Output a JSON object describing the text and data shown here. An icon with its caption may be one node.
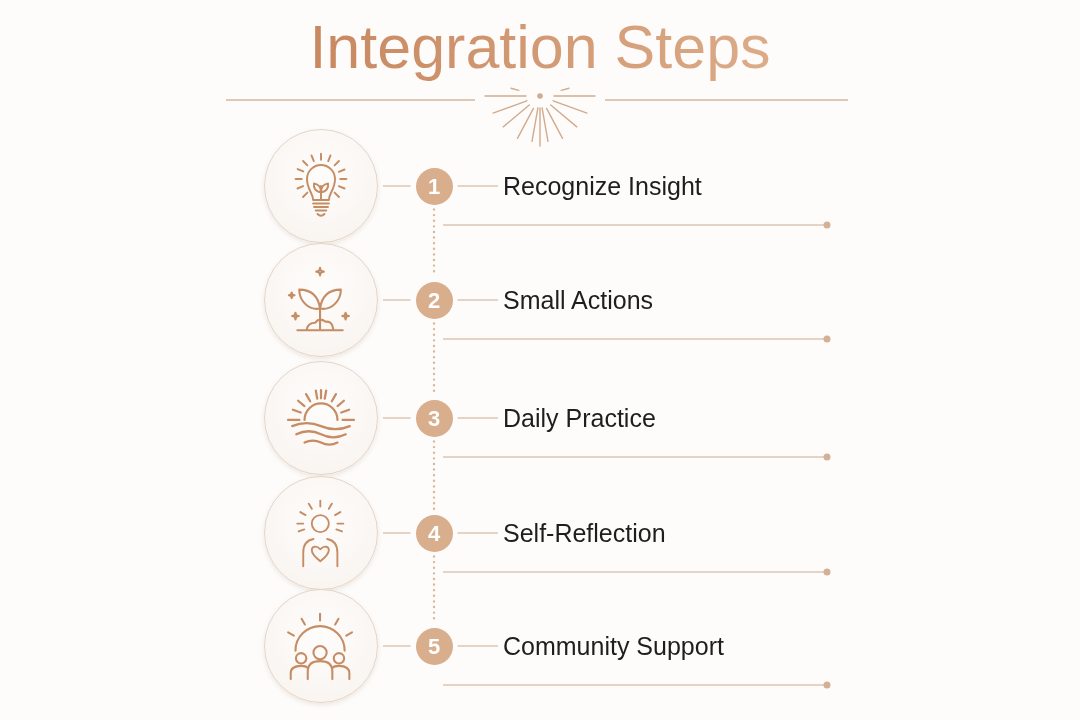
{
  "diagram": {
    "title": "Integration Steps",
    "nodes": [
      {
        "text": [],
        "shape": "picture"
      },
      {
        "text": [
          "1"
        ]
      },
      {
        "text": [
          "Recognize Insight"
        ]
      },
      {
        "text": [],
        "shape": "picture"
      },
      {
        "text": [
          "2"
        ]
      },
      {
        "text": [
          "Small Actions"
        ]
      },
      {
        "text": [],
        "shape": "picture"
      },
      {
        "text": [
          "3"
        ]
      },
      {
        "text": [
          "Daily Practice"
        ]
      },
      {
        "text": [],
        "shape": "picture"
      },
      {
        "text": [
          "4"
        ]
      },
      {
        "text": [
          "Self-Reflection"
        ]
      },
      {
        "text": [],
        "shape": "picture"
      },
      {
        "text": [
          "5"
        ]
      },
      {
        "text": [
          "Community Support"
        ]
      }
    ],
    "edges": [
      {
        "from": 0,
        "to": 1,
        "arrow": "none"
      },
      {
        "from": 1,
        "to": 2,
        "arrow": "none"
      },
      {
        "from": 1,
        "to": 4,
        "arrow": "none",
        "style": "dashed"
      },
      {
        "from": 3,
        "to": 4,
        "arrow": "none"
      },
      {
        "from": 4,
        "to": 5,
        "arrow": "none"
      },
      {
        "from": 4,
        "to": 7,
        "arrow": "none",
        "style": "dashed"
      },
      {
        "from": 6,
        "to": 7,
        "arrow": "none"
      },
      {
        "from": 7,
        "to": 8,
        "arrow": "none"
      },
      {
        "from": 7,
        "to": 10,
        "arrow": "none",
        "style": "dashed"
      },
      {
        "from": 9,
        "to": 10,
        "arrow": "none"
      },
      {
        "from": 10,
        "to": 11,
        "arrow": "none"
      },
      {
        "from": 10,
        "to": 13,
        "arrow": "none",
        "style": "dashed"
      },
      {
        "from": 12,
        "to": 13,
        "arrow": "none"
      },
      {
        "from": 13,
        "to": 14,
        "arrow": "none"
      }
    ]
  }
}
